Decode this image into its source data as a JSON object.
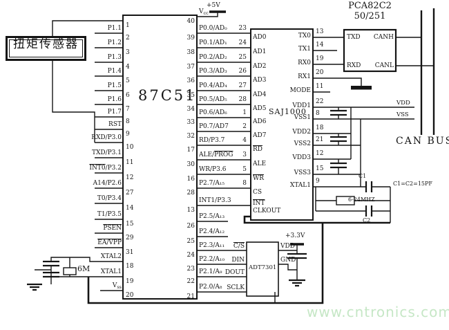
{
  "sensor": {
    "label": "扭矩传感器"
  },
  "mcu": {
    "name": "87C51",
    "left_pins": [
      {
        "label": [],
        "num": "1"
      },
      {
        "label": "P1.1",
        "num": "2"
      },
      {
        "label": "P1.2",
        "num": "3"
      },
      {
        "label": "P1.3",
        "num": "4"
      },
      {
        "label": "P1.4",
        "num": "5"
      },
      {
        "label": "P1.5",
        "num": "6"
      },
      {
        "label": "P1.6",
        "num": "7"
      },
      {
        "label": "P1.7",
        "num": "8"
      },
      {
        "label": "RST",
        "num": "9"
      },
      {
        "label": "RXD/P3.0",
        "num": "10"
      },
      {
        "label": "TXD/P3.1",
        "num": "11"
      },
      {
        "label": [
          {
            "t": "INT0",
            "ov": true
          },
          {
            "t": "/P3.2"
          }
        ],
        "num": "12"
      },
      {
        "label": "A14/P2.6",
        "num": "27"
      },
      {
        "label": "T0/P3.4",
        "num": "14"
      },
      {
        "label": "T1/P3.5",
        "num": "15"
      },
      {
        "label": [
          {
            "t": "PSEN",
            "ov": true
          }
        ],
        "num": "29"
      },
      {
        "label": [
          {
            "t": "EA/VPP",
            "ov": true
          }
        ],
        "num": "31"
      },
      {
        "label": "XTAL2",
        "num": "18"
      },
      {
        "label": "XTAL1",
        "num": "19"
      },
      {
        "label": [
          {
            "t": "V"
          },
          {
            "t": "ss",
            "sub": true
          }
        ],
        "num": "20"
      }
    ],
    "right_pins": [
      {
        "label": [
          {
            "t": "V"
          },
          {
            "t": "cc",
            "sub": true
          }
        ],
        "num": "40"
      },
      {
        "label": "P0.0/AD₀",
        "num": "39"
      },
      {
        "label": "P0.1/AD₁",
        "num": "38"
      },
      {
        "label": "P0.2/AD₂",
        "num": "37"
      },
      {
        "label": "P0.3/AD₃",
        "num": "36"
      },
      {
        "label": "P0.4/AD₄",
        "num": "35"
      },
      {
        "label": "P0.5/AD₅",
        "num": "34"
      },
      {
        "label": "P0.6/AD₆",
        "num": "33"
      },
      {
        "label": "P0.7/AD7",
        "num": "32"
      },
      {
        "label": "RD/P3.7",
        "num": "17"
      },
      {
        "label": [
          {
            "t": "ALE/"
          },
          {
            "t": "PROG",
            "ov": true
          }
        ],
        "num": "30"
      },
      {
        "label": "WR/P3.6",
        "num": "16"
      },
      {
        "label": "P2.7/A₁₅",
        "num": "28"
      },
      {
        "label": "INT1/P3.3",
        "num": "13"
      },
      {
        "label": "P2.5/A₁₃",
        "num": "26"
      },
      {
        "label": "P2.4/A₁₂",
        "num": "25"
      },
      {
        "label": "P2.3/A₁₁",
        "num": "24"
      },
      {
        "label": "P2.2/A₁₀",
        "num": "23"
      },
      {
        "label": "P2.1/A₉",
        "num": "22"
      },
      {
        "label": "P2.0/A₈",
        "num": "21"
      }
    ]
  },
  "can_controller": {
    "name": "SAJ1000",
    "left_pins": [
      {
        "label": "AD0",
        "num": "23"
      },
      {
        "label": "AD1",
        "num": "24"
      },
      {
        "label": "AD2",
        "num": "25"
      },
      {
        "label": "AD3",
        "num": "26"
      },
      {
        "label": "AD4",
        "num": "27"
      },
      {
        "label": "AD5",
        "num": "28"
      },
      {
        "label": "AD6",
        "num": "1"
      },
      {
        "label": "AD7",
        "num": "2"
      },
      {
        "label": [
          {
            "t": "RD",
            "ov": true
          }
        ],
        "num": "4"
      },
      {
        "label": "ALE",
        "num": "3"
      },
      {
        "label": [
          {
            "t": "WR",
            "ov": true
          }
        ],
        "num": "5"
      },
      {
        "label": "CS",
        "num": "8"
      },
      {
        "label": [
          {
            "t": "INT",
            "ov": true
          }
        ],
        "num": ""
      },
      {
        "label": "CLKOUT",
        "num": ""
      }
    ],
    "right_pins": [
      {
        "label": "TX0",
        "num": "13"
      },
      {
        "label": "TX1",
        "num": "14"
      },
      {
        "label": "RX0",
        "num": "19"
      },
      {
        "label": "RX1",
        "num": "20"
      },
      {
        "label": "MODE",
        "num": "11"
      },
      {
        "label": "VDD1",
        "num": "22"
      },
      {
        "label": "VSS1",
        "num": "8"
      },
      {
        "label": "VDD2",
        "num": "18"
      },
      {
        "label": "VSS2",
        "num": "21"
      },
      {
        "label": "VDD3",
        "num": "12"
      },
      {
        "label": "VSS3",
        "num": "15"
      },
      {
        "label": "XTAL1",
        "num": "9"
      }
    ]
  },
  "transceiver": {
    "title1": "PCA82C2",
    "title2": "50/251",
    "txd": "TXD",
    "rxd": "RXD",
    "canh": "CANH",
    "canl": "CANL"
  },
  "temp_sensor": {
    "name": "ADT7301",
    "left_pins": [
      {
        "label": [
          {
            "t": "C/S",
            "ov": true
          }
        ]
      },
      {
        "label": "DIN"
      },
      {
        "label": "DOUT"
      },
      {
        "label": "SCLK"
      }
    ],
    "right_pins": [
      {
        "label": "VDD"
      },
      {
        "label": "GND"
      }
    ]
  },
  "power": {
    "v5": "+5V",
    "v33": "+3.3V",
    "vdd_rail": "VDD",
    "vss_rail": "VSS"
  },
  "crystals": {
    "mcu_xtal": "6M",
    "can_xtal": "6-24MHZ",
    "c1": "C1",
    "c2": "C2",
    "note": "C1=C2=15PF"
  },
  "bus": {
    "label": "CAN BUS"
  },
  "watermark": {
    "text": "www.cntronics.com"
  }
}
